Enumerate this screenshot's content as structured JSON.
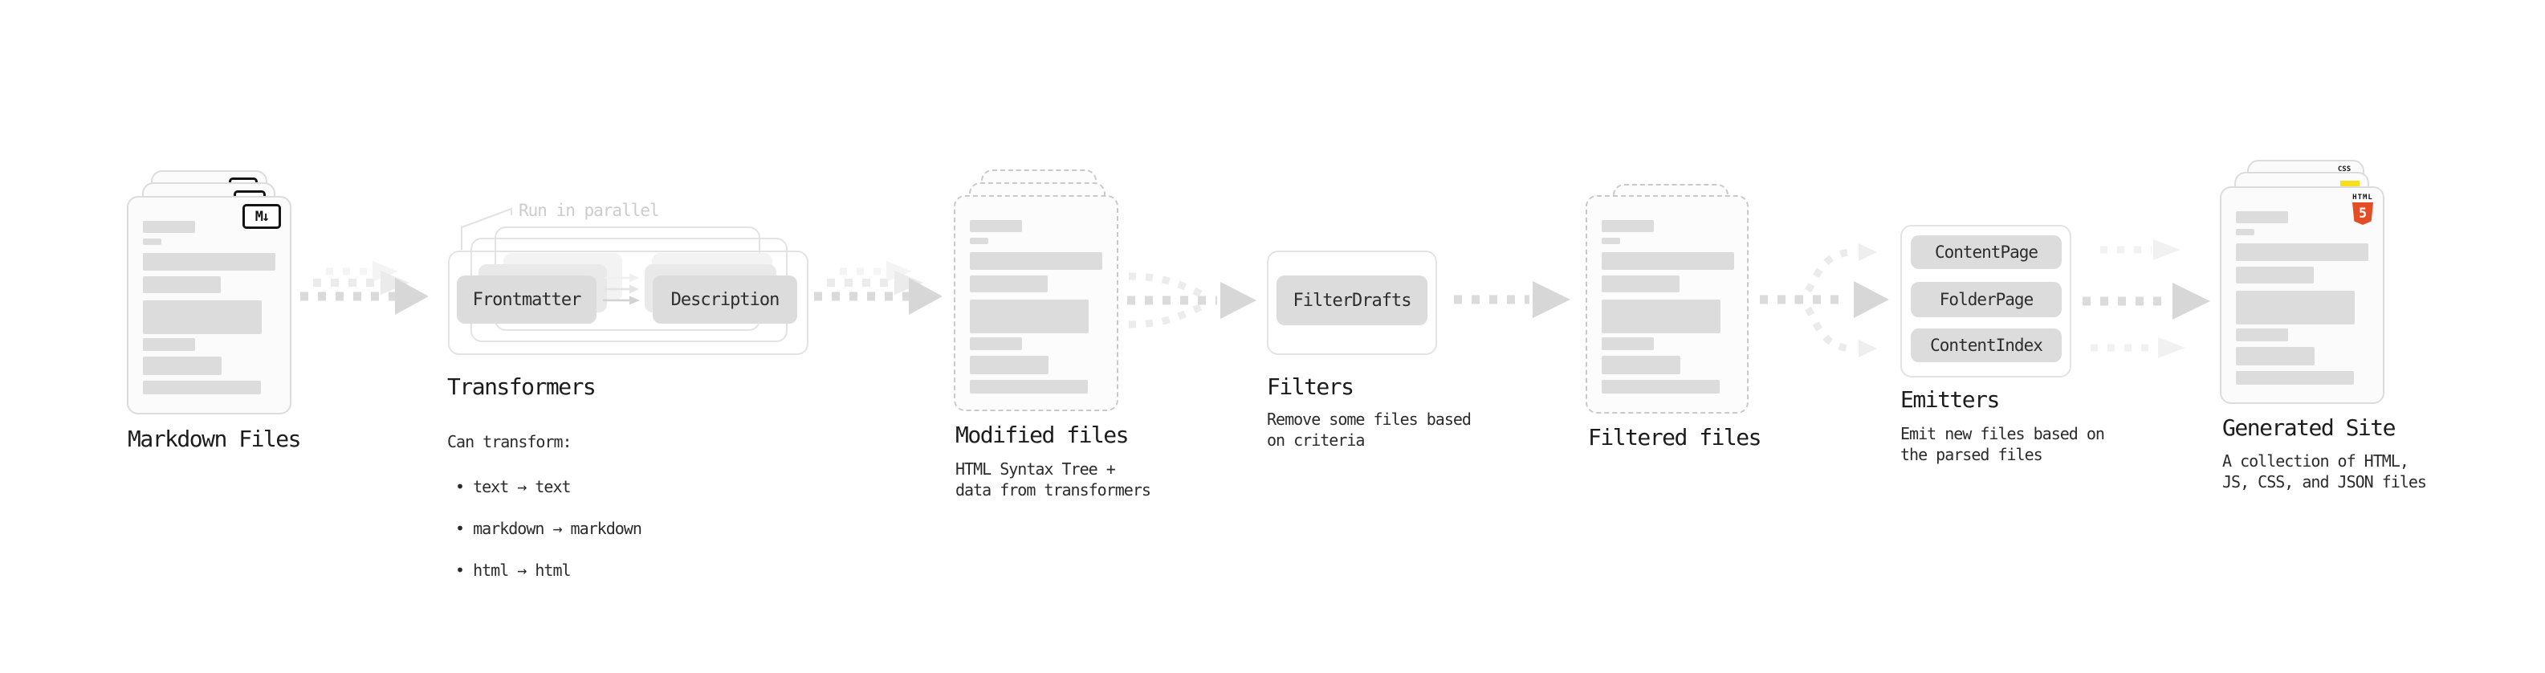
{
  "stages": {
    "markdown": {
      "title": "Markdown Files"
    },
    "transformers": {
      "title": "Transformers",
      "annotation": "Run in parallel",
      "from_box": "Frontmatter",
      "to_box": "Description",
      "desc_heading": "Can transform:",
      "bullets": [
        "• text → text",
        "• markdown → markdown",
        "• html → html"
      ]
    },
    "modified": {
      "title": "Modified files",
      "description": "HTML Syntax Tree +\ndata from transformers"
    },
    "filters": {
      "title": "Filters",
      "box": "FilterDrafts",
      "description": "Remove some files based\non criteria"
    },
    "filtered": {
      "title": "Filtered files"
    },
    "emitters": {
      "title": "Emitters",
      "boxes": [
        "ContentPage",
        "FolderPage",
        "ContentIndex"
      ],
      "description": "Emit new files based on\nthe parsed files"
    },
    "generated": {
      "title": "Generated Site",
      "description": "A collection of HTML,\nJS, CSS, and JSON files"
    }
  },
  "icons": {
    "markdown": "M↓",
    "html5_label": "HTML",
    "html5_number": "5",
    "css_label": "CSS"
  },
  "colors": {
    "html5_orange": "#E44D26",
    "css_blue": "#1572B6",
    "js_yellow": "#F7DF1E"
  }
}
